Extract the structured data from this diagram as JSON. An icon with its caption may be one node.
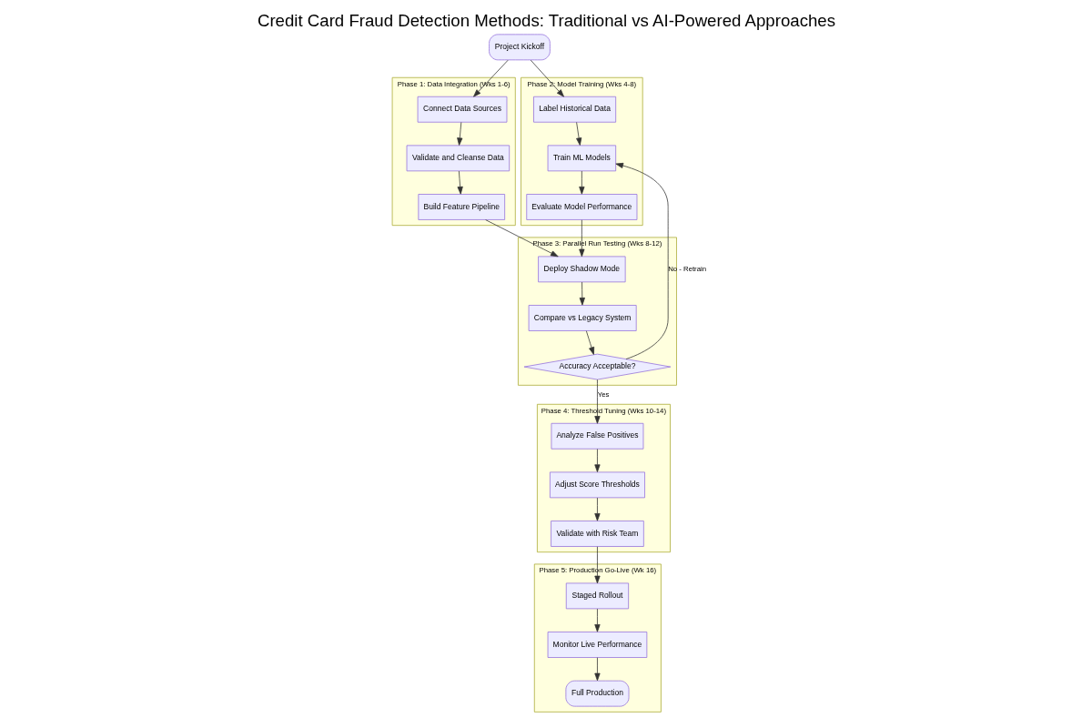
{
  "diagram": {
    "title": "Credit Card Fraud Detection Methods: Traditional vs AI-Powered Approaches",
    "nodes": [
      {
        "text": [
          "Project Kickoff"
        ]
      },
      {
        "text": [
          "Phase 1: Data Integration (Wks 1-6)"
        ]
      },
      {
        "text": [
          "Connect Data Sources"
        ],
        "in": 1
      },
      {
        "text": [
          "Validate and Cleanse Data"
        ],
        "in": 1
      },
      {
        "text": [
          "Build Feature Pipeline"
        ],
        "in": 1
      },
      {
        "text": [
          "Phase 3: Parallel Run Testing (Wks 8-12)"
        ]
      },
      {
        "text": [
          "Deploy Shadow Mode"
        ],
        "in": 5
      },
      {
        "text": [
          "Compare vs Legacy System"
        ],
        "in": 5
      },
      {
        "text": [
          "Accuracy Acceptable?"
        ],
        "in": 5
      },
      {
        "text": [
          "Phase 2: Model Training (Wks 4-8)"
        ]
      },
      {
        "text": [
          "Label Historical Data"
        ],
        "in": 9
      },
      {
        "text": [
          "Train ML Models"
        ],
        "in": 9
      },
      {
        "text": [
          "Evaluate Model Performance"
        ],
        "in": 9
      },
      {
        "text": [
          "Phase 4: Threshold Tuning (Wks 10-14)"
        ]
      },
      {
        "text": [
          "Analyze False Positives"
        ],
        "in": 13
      },
      {
        "text": [
          "Adjust Score Thresholds"
        ],
        "in": 13
      },
      {
        "text": [
          "Validate with Risk Team"
        ],
        "in": 13
      },
      {
        "text": [
          "Phase 5: Production Go-Live (Wk 16)"
        ]
      },
      {
        "text": [
          "Staged Rollout"
        ],
        "in": 17
      },
      {
        "text": [
          "Monitor Live Performance"
        ],
        "in": 17
      },
      {
        "text": [
          "Full Production"
        ],
        "in": 17
      }
    ],
    "edges": [
      {
        "from": 0,
        "to": 2,
        "arrow": "to"
      },
      {
        "from": 0,
        "to": 10,
        "arrow": "to"
      },
      {
        "from": 2,
        "to": 3,
        "arrow": "to"
      },
      {
        "from": 3,
        "to": 4,
        "arrow": "to"
      },
      {
        "from": 4,
        "to": 6,
        "arrow": "to"
      },
      {
        "from": 6,
        "to": 7,
        "arrow": "to"
      },
      {
        "from": 7,
        "to": 8,
        "arrow": "to"
      },
      {
        "from": 8,
        "to": 14,
        "arrow": "to",
        "label": "Yes"
      },
      {
        "from": 8,
        "to": 11,
        "arrow": "to",
        "label": "No - Retrain"
      },
      {
        "from": 10,
        "to": 11,
        "arrow": "to"
      },
      {
        "from": 11,
        "to": 12,
        "arrow": "to"
      },
      {
        "from": 12,
        "to": 6,
        "arrow": "to"
      },
      {
        "from": 14,
        "to": 15,
        "arrow": "to"
      },
      {
        "from": 15,
        "to": 16,
        "arrow": "to"
      },
      {
        "from": 16,
        "to": 18,
        "arrow": "to"
      },
      {
        "from": 18,
        "to": 19,
        "arrow": "to"
      },
      {
        "from": 19,
        "to": 20,
        "arrow": "to"
      }
    ]
  }
}
